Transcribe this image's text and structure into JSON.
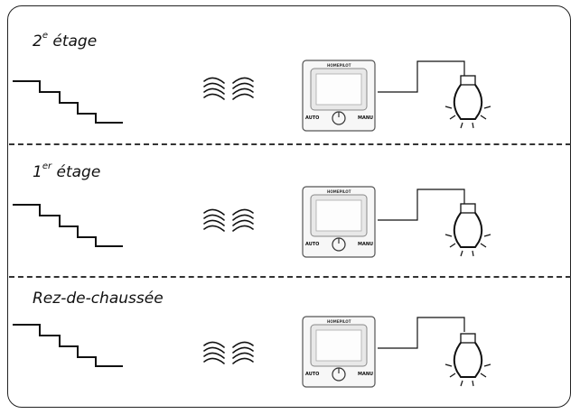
{
  "floors": [
    {
      "name": "2",
      "sup": "e",
      "suffix": " étage"
    },
    {
      "name": "1",
      "sup": "er",
      "suffix": " étage"
    },
    {
      "name": "Rez-de-chaussée",
      "sup": "",
      "suffix": ""
    }
  ],
  "detector": {
    "brand": "HOMEPILOT",
    "left_label": "AUTO",
    "right_label": "MANU"
  },
  "icons": [
    "stairs-icon",
    "wireless-waves-icon",
    "motion-detector-device",
    "light-bulb-icon"
  ]
}
